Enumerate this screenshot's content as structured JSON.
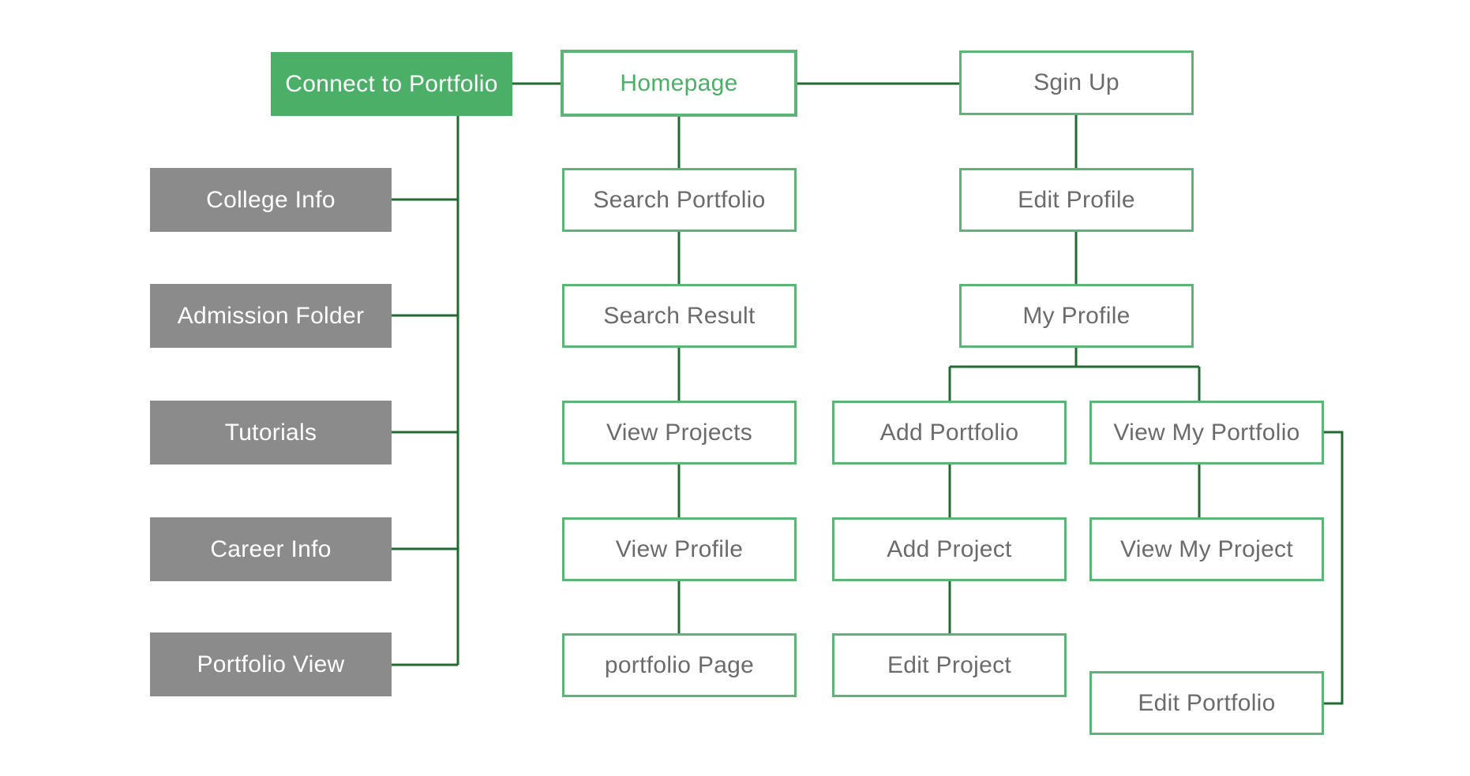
{
  "colors": {
    "accent": "#4caf68",
    "outline_border": "#5cb576",
    "gray_box": "#8a8b8a",
    "connector": "#1f6b30",
    "outline_text": "#6b6b6b"
  },
  "nodes": {
    "connect": "Connect to Portfolio",
    "homepage": "Homepage",
    "signup": "Sgin Up",
    "college_info": "College Info",
    "admission_folder": "Admission Folder",
    "tutorials": "Tutorials",
    "career_info": "Career Info",
    "portfolio_view": "Portfolio View",
    "search_portfolio": "Search Portfolio",
    "search_result": "Search Result",
    "view_projects": "View Projects",
    "view_profile": "View Profile",
    "portfolio_page": "portfolio Page",
    "edit_profile": "Edit Profile",
    "my_profile": "My Profile",
    "add_portfolio": "Add Portfolio",
    "view_my_portfolio": "View My Portfolio",
    "add_project": "Add Project",
    "view_my_project": "View My Project",
    "edit_project": "Edit Project",
    "edit_portfolio": "Edit Portfolio"
  }
}
